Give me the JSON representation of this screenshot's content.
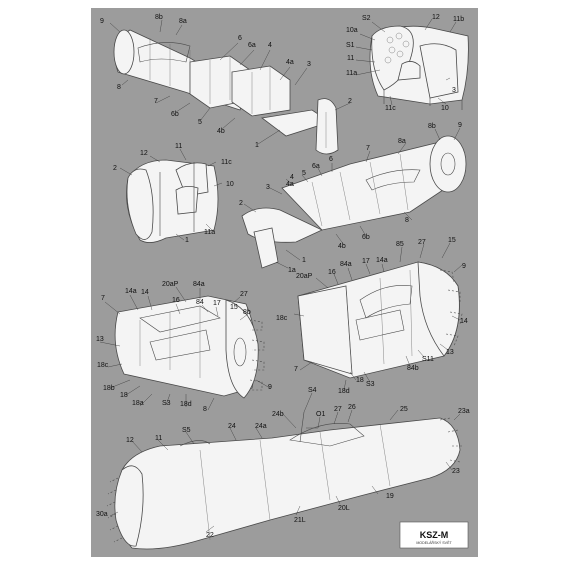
{
  "colors": {
    "background": "#ffffff",
    "panel": "#9c9c9c",
    "part_fill": "#f4f4f4",
    "outline": "#4a4a4a"
  },
  "logo": {
    "name": "KSZ-M",
    "subtitle": "MODELÁŘSKÝ SVĚT"
  },
  "diagrams": [
    {
      "id": "step1",
      "labels": [
        "9",
        "8b",
        "8a",
        "8",
        "6",
        "6a",
        "4",
        "4a",
        "3",
        "7",
        "6b",
        "5",
        "4b",
        "2",
        "1"
      ]
    },
    {
      "id": "step2",
      "labels": [
        "S2",
        "12",
        "11b",
        "10a",
        "S1",
        "11",
        "11a",
        "3",
        "11c",
        "10"
      ]
    },
    {
      "id": "step3",
      "labels": [
        "2",
        "12",
        "11",
        "11c",
        "10",
        "11a",
        "1"
      ]
    },
    {
      "id": "step4",
      "labels": [
        "8b",
        "9",
        "8a",
        "7",
        "6",
        "6a",
        "5",
        "4",
        "4a",
        "3",
        "2",
        "8",
        "6b",
        "4b",
        "1",
        "1a"
      ]
    },
    {
      "id": "step5",
      "labels": [
        "14a",
        "14",
        "16",
        "20aP",
        "84a",
        "84",
        "17",
        "15",
        "27",
        "8b",
        "7",
        "13",
        "18c",
        "18b",
        "18",
        "18a",
        "S3",
        "18d",
        "8",
        "9"
      ]
    },
    {
      "id": "step6",
      "labels": [
        "20aP",
        "16",
        "84a",
        "17",
        "14a",
        "85",
        "27",
        "15",
        "9",
        "18c",
        "14",
        "13",
        "S11",
        "84b",
        "18",
        "18d",
        "S3",
        "7"
      ]
    },
    {
      "id": "step7",
      "labels": [
        "S4",
        "24b",
        "O1",
        "27",
        "26",
        "25",
        "23a",
        "12",
        "11",
        "S5",
        "24",
        "24a",
        "23",
        "19",
        "30a",
        "22",
        "21L",
        "20L"
      ]
    }
  ]
}
